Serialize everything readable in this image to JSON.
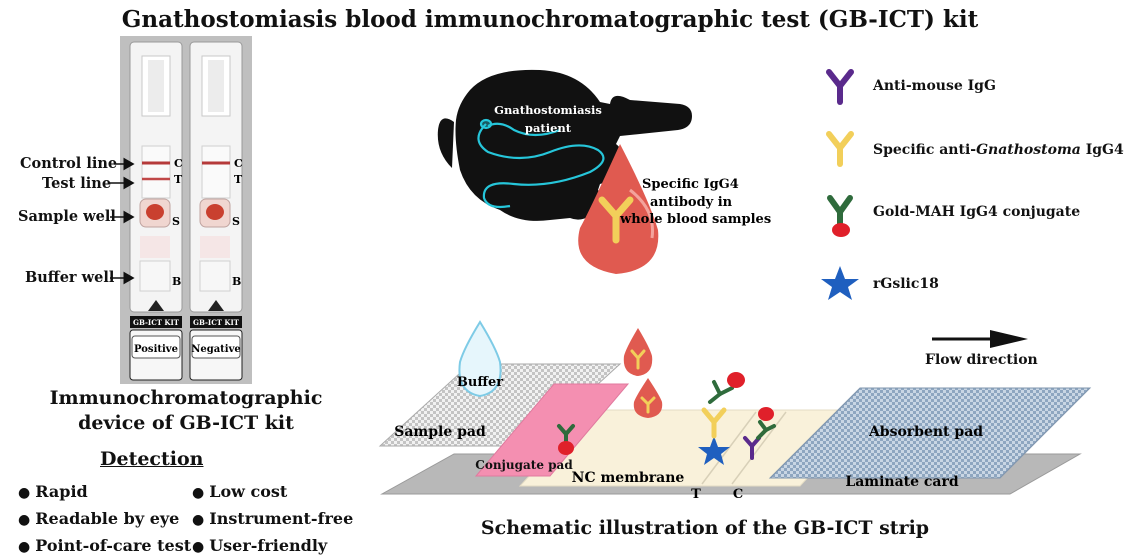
{
  "title": "Gnathostomiasis blood immunochromatographic test (GB-ICT) kit",
  "device": {
    "labels": {
      "control_line": "Control line",
      "test_line": "Test line",
      "sample_well": "Sample well",
      "buffer_well": "Buffer well"
    },
    "cassette_marks": {
      "c": "C",
      "t": "T",
      "s": "S",
      "b": "B"
    },
    "kit_tag": "GB-ICT KIT",
    "results": [
      "Positive",
      "Negative"
    ],
    "caption_line1": "Immunochromatographic",
    "caption_line2": "device of GB-ICT kit"
  },
  "detection": {
    "title": "Detection",
    "features_left": [
      "Rapid",
      "Readable by eye",
      "Point-of-care test"
    ],
    "features_right": [
      "Low cost",
      "Instrument-free",
      "User-friendly"
    ]
  },
  "patient": {
    "hand_label_1": "Gnathostomiasis",
    "hand_label_2": "patient",
    "blood_label_1": "Specific IgG4",
    "blood_label_2": "antibody in",
    "blood_label_3": "whole blood samples"
  },
  "legend": {
    "anti_mouse": "Anti-mouse IgG",
    "specific_prefix": "Specific anti-",
    "specific_italic": "Gnathostoma",
    "specific_suffix": " IgG4",
    "gold_conjugate": "Gold-MAH IgG4 conjugate",
    "antigen": "rGslic18",
    "flow": "Flow direction"
  },
  "strip": {
    "buffer": "Buffer",
    "sample_pad": "Sample pad",
    "conjugate_pad": "Conjugate pad",
    "nc_membrane": "NC membrane",
    "absorbent_pad": "Absorbent pad",
    "laminate_card": "Laminate card",
    "t_mark": "T",
    "c_mark": "C",
    "caption": "Schematic illustration of the GB-ICT strip"
  },
  "colors": {
    "anti_mouse": "#5a2a8c",
    "specific_igg4": "#f2cf5a",
    "gold_conjugate_stem": "#2f6b3c",
    "gold_dot": "#e0202a",
    "antigen": "#1f5fbf",
    "blood": "#e05a50",
    "buffer_drop": "#dff2fa",
    "conjugate_pad": "#f48fb1",
    "absorbent_pad": "#9fb4cc",
    "laminate": "#b8b8b8",
    "hand": "#111111",
    "worm": "#26c6da"
  }
}
